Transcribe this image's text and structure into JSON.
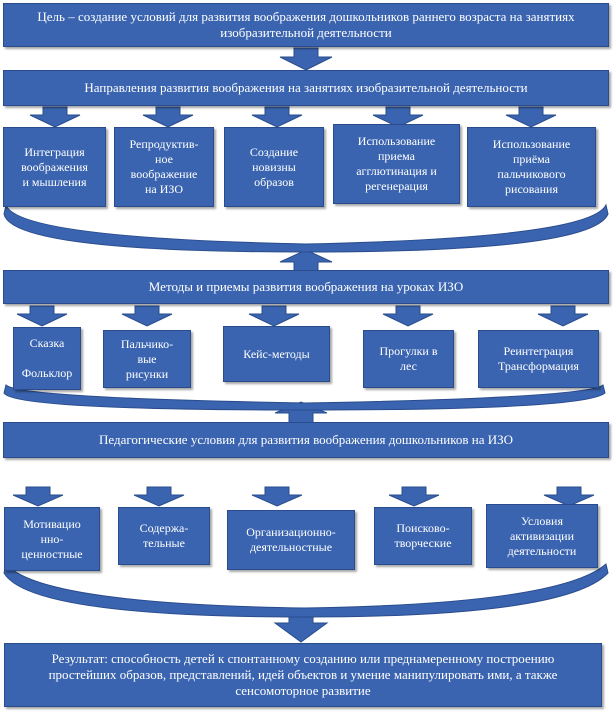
{
  "goal": "Цель – создание условий для развития воображения дошкольников раннего возраста на занятиях изобразительной деятельности",
  "directions": {
    "title": "Направления развития воображения на занятиях изобразительной деятельности",
    "items": [
      "Интеграция\nвоображения\nи мышления",
      "Репродуктив-\nное\nвоображение\nна ИЗО",
      "Создание\nновизны\nобразов",
      "Использование\nприема\nагглютинация и\nрегенерация",
      "Использование\nприёма\nпальчикового\nрисования"
    ]
  },
  "methods": {
    "title": "Методы и приемы развития воображения на уроках ИЗО",
    "items": [
      "Сказка\n\nФольклор",
      "Пальчико-\nвые\nрисунки",
      "Кейс-методы",
      "Прогулки в\nлес",
      "Реинтеграция\nТрансформация"
    ]
  },
  "conditions": {
    "title": "Педагогические условия для развития воображения дошкольников на ИЗО",
    "items": [
      "Мотивацио\nнно-\nценностные",
      "Содержа-\nтельные",
      "Организационно-\nдеятельностные",
      "Поисково-\nтворческие",
      "Условия\nактивизации\nдеятельности"
    ]
  },
  "result": "Результат: способность детей к спонтанному созданию или преднамеренному построению простейших образов, представлений, идей объектов и умение манипулировать ими, а также сенсомоторное развитие",
  "colors": {
    "box": "#3a64b0",
    "border": "#2a4c8c",
    "text": "#ffffff"
  }
}
